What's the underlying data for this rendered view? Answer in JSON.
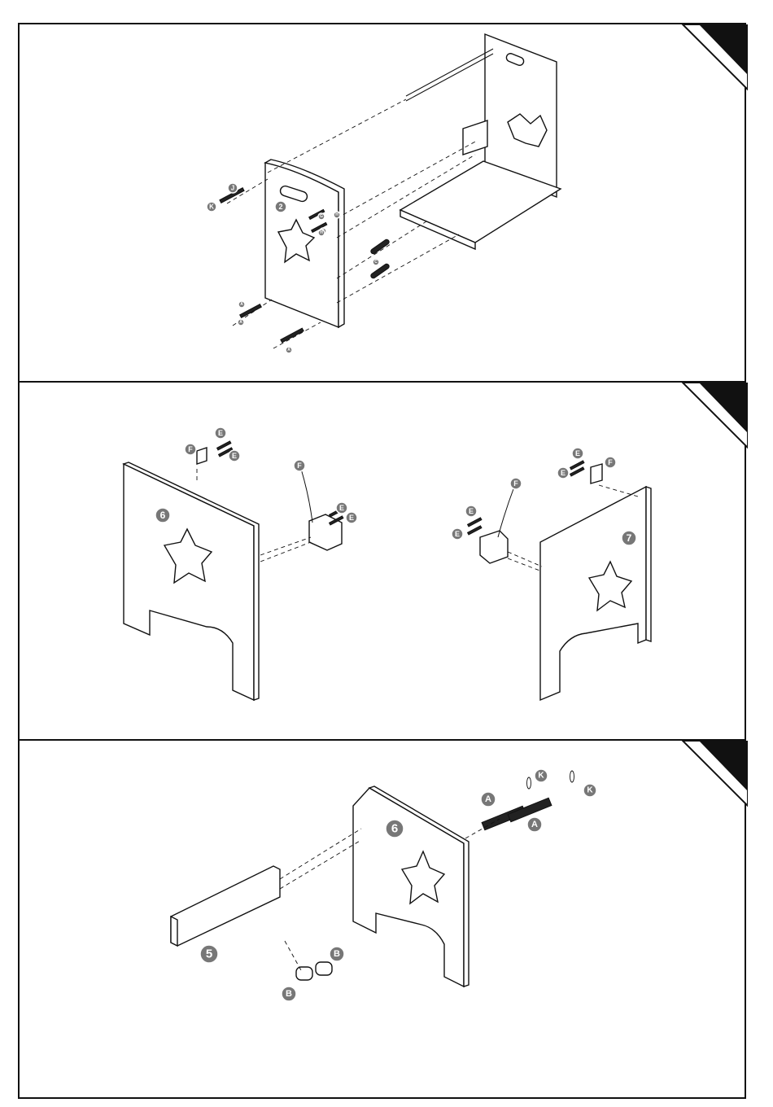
{
  "step1": {
    "labels": {
      "j": "J",
      "k": "K",
      "panel2": "2",
      "g1": "G",
      "g2": "G",
      "h1": "H",
      "h2": "H",
      "a1": "A",
      "a2": "A",
      "c": "C",
      "a3": "A"
    }
  },
  "step2": {
    "labels": {
      "e1": "E",
      "e2": "E",
      "f1": "F",
      "panel6": "6",
      "f2": "F",
      "e3": "E",
      "e4": "E",
      "e5": "E",
      "e6": "E",
      "f3": "F",
      "e7": "E",
      "e8": "E",
      "f4": "F",
      "panel7": "7"
    }
  },
  "step3": {
    "labels": {
      "panel6": "6",
      "k1": "K",
      "k2": "K",
      "a1": "A",
      "a2": "A",
      "panel5": "5",
      "b1": "B",
      "b2": "B"
    }
  }
}
